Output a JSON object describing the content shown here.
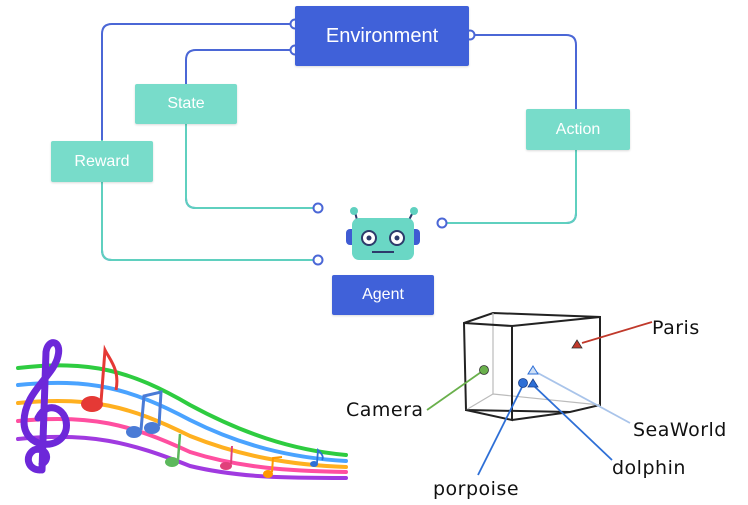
{
  "rl_diagram": {
    "environment_label": "Environment",
    "agent_label": "Agent",
    "state_label": "State",
    "reward_label": "Reward",
    "action_label": "Action",
    "colors": {
      "box_blue": "#4061d9",
      "box_teal": "#78dcca",
      "line_blue": "#4b67d6",
      "line_teal": "#5fd0bf"
    },
    "icons": [
      "robot-icon"
    ]
  },
  "music_art": {
    "icons": [
      "treble-clef-icon",
      "music-notes-icon",
      "rainbow-staff-lines"
    ]
  },
  "embedding_cube": {
    "labels": {
      "paris": "Paris",
      "camera": "Camera",
      "seaworld": "SeaWorld",
      "dolphin": "dolphin",
      "porpoise": "porpoise"
    },
    "colors": {
      "paris": "#c0392b",
      "camera": "#6ab04c",
      "seaworld": "#a9c4ea",
      "dolphin": "#2e6fd6",
      "porpoise": "#2e6fd6"
    }
  }
}
